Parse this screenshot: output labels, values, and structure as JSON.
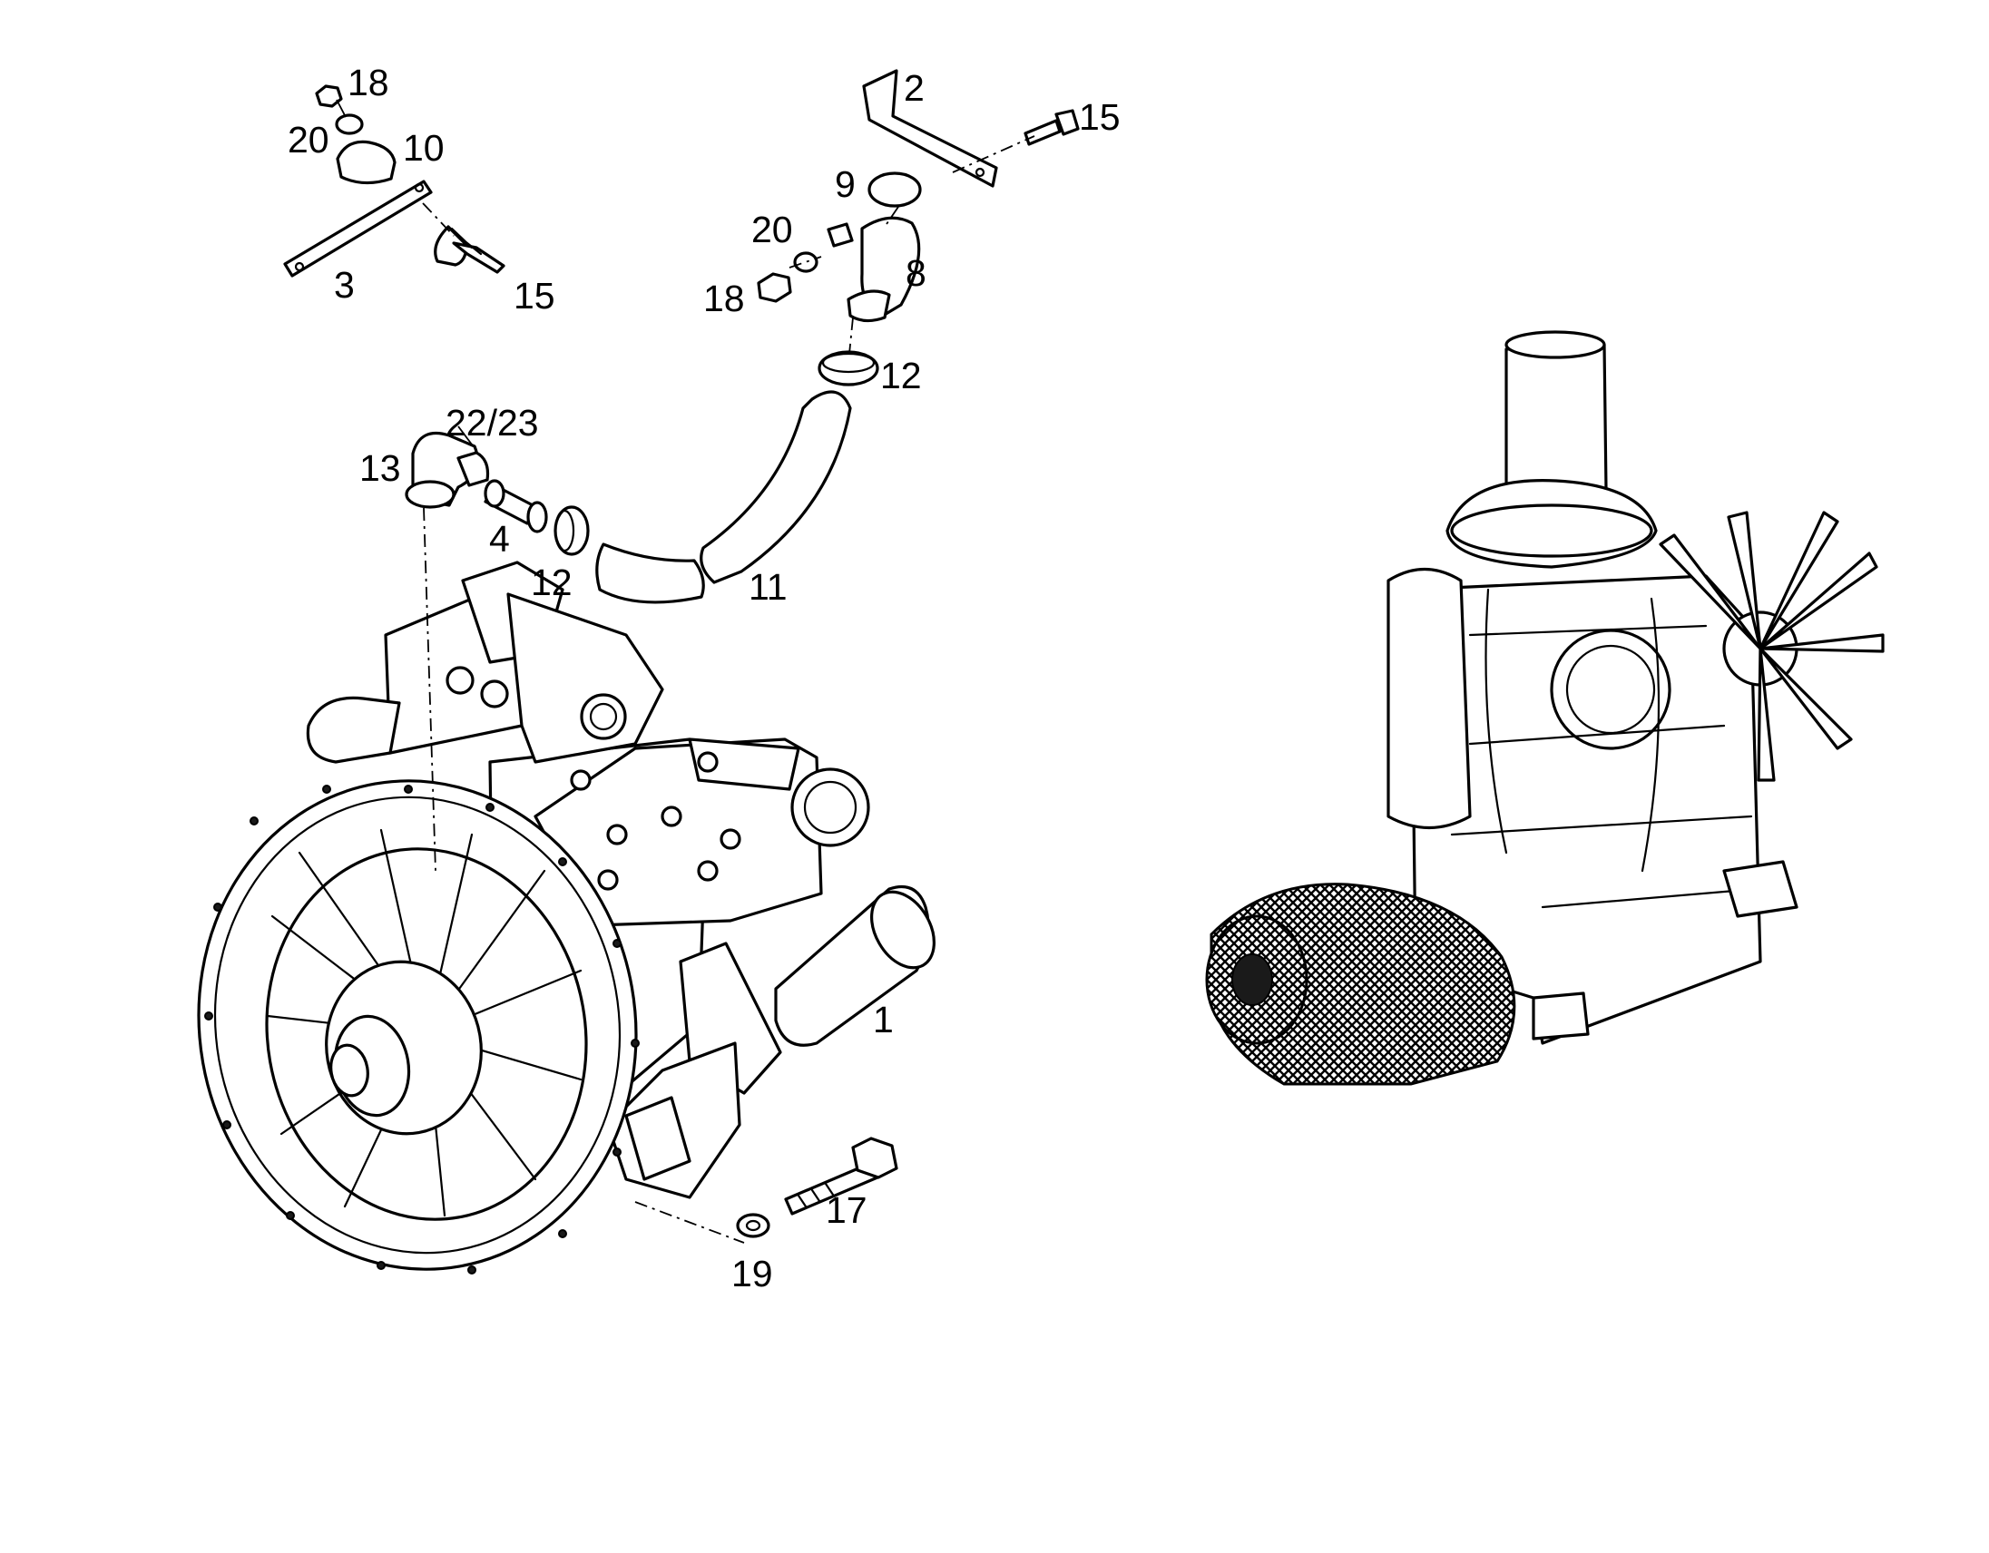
{
  "callouts": {
    "c1": "1",
    "c2": "2",
    "c3": "3",
    "c4": "4",
    "c8": "8",
    "c9": "9",
    "c10": "10",
    "c11": "11",
    "c12a": "12",
    "c12b": "12",
    "c13": "13",
    "c15a": "15",
    "c15b": "15",
    "c17": "17",
    "c18a": "18",
    "c18b": "18",
    "c19": "19",
    "c20a": "20",
    "c20b": "20",
    "c2223": "22/23"
  },
  "icons": {
    "main": "hydraulic-pump-assembly",
    "locator": "engine-location-view"
  }
}
